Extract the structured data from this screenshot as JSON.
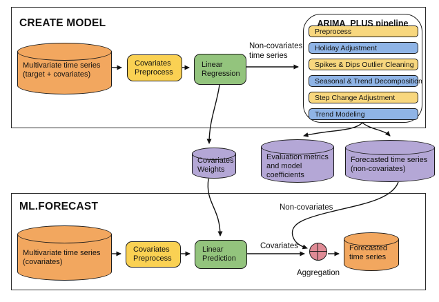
{
  "create_model": {
    "title": "CREATE MODEL",
    "source": "Multivariate time series\n(target + covariates)",
    "preprocess": "Covariates\nPreprocess",
    "regression": "Linear\nRegression",
    "noncov_label": "Non-covariates\ntime series",
    "pipeline": {
      "title": "ARIMA_PLUS pipeline",
      "steps": [
        {
          "label": "Preprocess",
          "color": "yellow"
        },
        {
          "label": "Holiday Adjustment",
          "color": "blue"
        },
        {
          "label": "Spikes & Dips Outlier Cleaning",
          "color": "yellow"
        },
        {
          "label": "Seasonal & Trend Decomposition",
          "color": "blue"
        },
        {
          "label": "Step Change Adjustment",
          "color": "yellow"
        },
        {
          "label": "Trend Modeling",
          "color": "blue"
        }
      ]
    }
  },
  "middle": {
    "covariates_weights": "Covariates\nWeights",
    "eval_metrics": "Evaluation metrics\nand model\ncoefficients",
    "forecast_noncov": "Forecasted time series\n(non-covariates)"
  },
  "ml_forecast": {
    "title": "ML.FORECAST",
    "source": "Multivariate time series\n(covariates)",
    "preprocess": "Covariates\nPreprocess",
    "prediction": "Linear\nPrediction",
    "covariates_label": "Covariates",
    "noncovariates_label": "Non-covariates",
    "aggregation_label": "Aggregation",
    "output": "Forecasted\ntime series"
  },
  "colors": {
    "orange": "#F2A75F",
    "yellow": "#FAD153",
    "yellow_light": "#F8D77E",
    "blue": "#8FB4E6",
    "green": "#93C47D",
    "purple": "#B4A7D6",
    "pink": "#DF8B95",
    "outline": "#1B1B1B"
  }
}
